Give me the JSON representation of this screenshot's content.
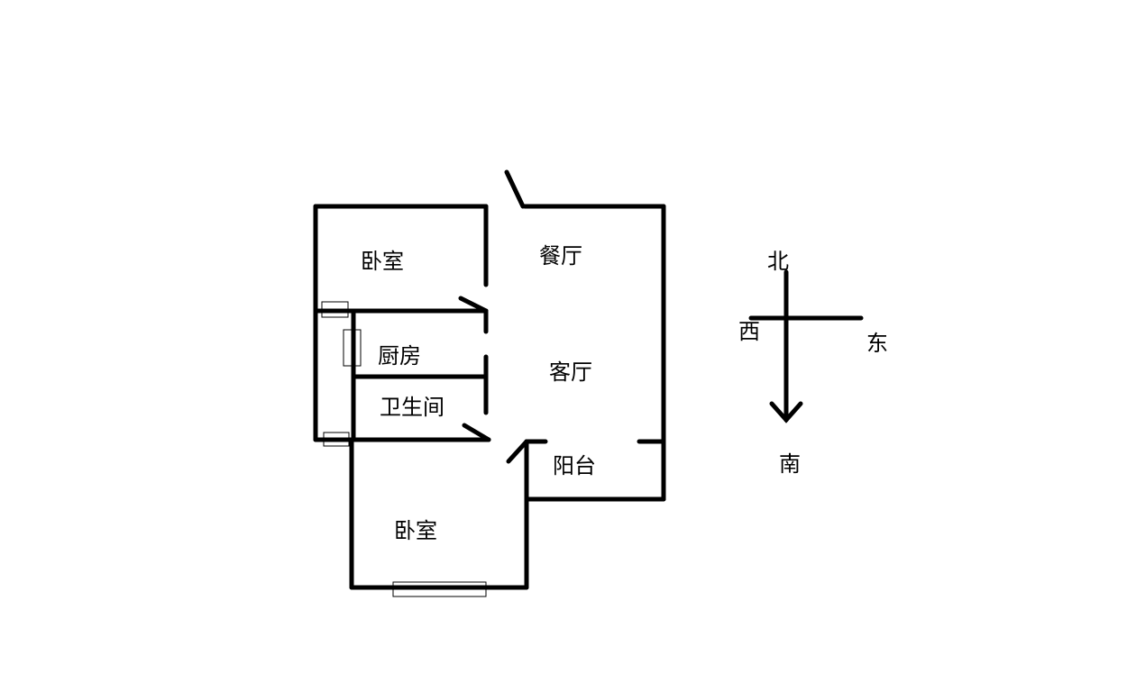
{
  "rooms": {
    "bedroom_north": "卧室",
    "dining_room": "餐厅",
    "kitchen": "厨房",
    "living_room": "客厅",
    "bathroom": "卫生间",
    "balcony": "阳台",
    "bedroom_south": "卧室"
  },
  "compass": {
    "north": "北",
    "west": "西",
    "east": "东",
    "south": "南"
  }
}
